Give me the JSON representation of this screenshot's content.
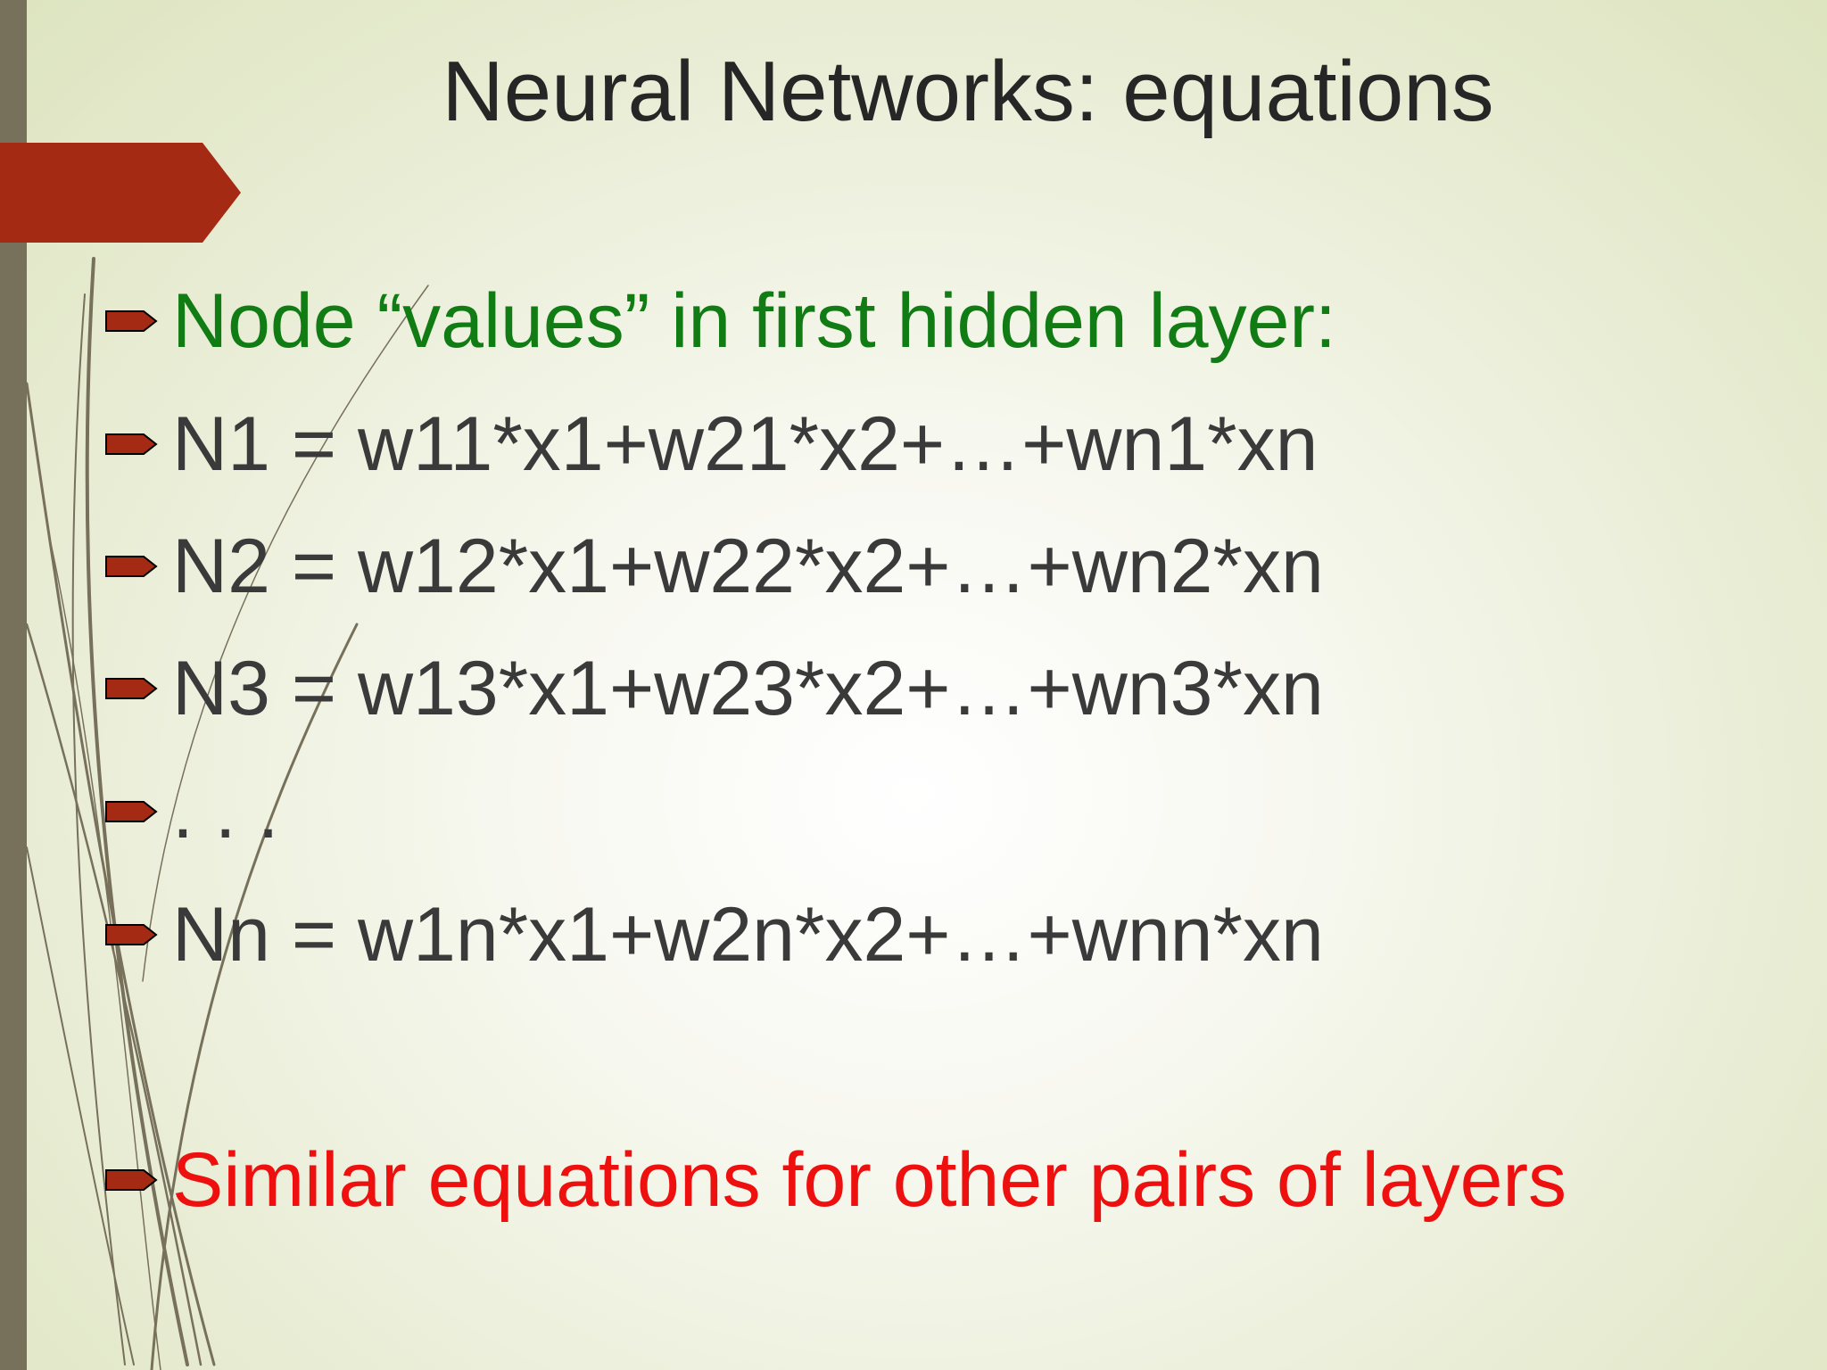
{
  "slide": {
    "title": "Neural Networks: equations"
  },
  "bullets": [
    {
      "text": "Node “values” in first hidden layer:",
      "color": "#117b14"
    },
    {
      "text": "N1 = w11*x1+w21*x2+…+wn1*xn",
      "color": "#3a3a3a"
    },
    {
      "text": "N2 = w12*x1+w22*x2+…+wn2*xn",
      "color": "#3a3a3a"
    },
    {
      "text": "N3 = w13*x1+w23*x2+…+wn3*xn",
      "color": "#3a3a3a"
    },
    {
      "text": ". . .",
      "color": "#3a3a3a"
    },
    {
      "text": "Nn = w1n*x1+w2n*x2+…+wnn*xn",
      "color": "#3a3a3a"
    },
    {
      "text": "Similar equations for other pairs of layers",
      "color": "#ee0f0f"
    }
  ],
  "theme": {
    "accent": "#a52a13",
    "bar": "#77705a",
    "bullet_icon": "arrow-bullet-icon"
  }
}
